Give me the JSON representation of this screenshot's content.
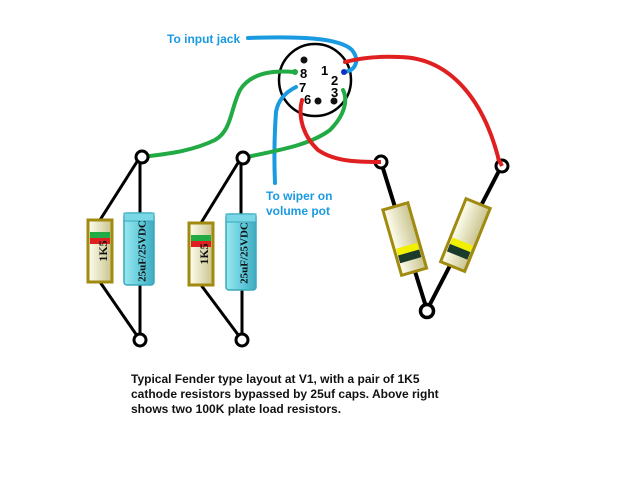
{
  "labels": {
    "input_jack": "To input jack",
    "wiper_line1": "To wiper on",
    "wiper_line2": "volume pot"
  },
  "socket": {
    "pins": [
      "1",
      "2",
      "3",
      "6",
      "7",
      "8"
    ]
  },
  "cathode_stages": [
    {
      "resistor_label": "1K5",
      "cap_label": "25uF/25VDC"
    },
    {
      "resistor_label": "1K5",
      "cap_label": "25uF/25VDC"
    }
  ],
  "caption": {
    "line1": "Typical Fender type layout at V1, with a pair of 1K5",
    "line2": "cathode resistors bypassed by 25uf caps. Above right",
    "line3": "shows two 100K plate load resistors."
  },
  "colors": {
    "wire_blue": "#1a9ae0",
    "wire_green": "#22aa44",
    "wire_red": "#e02020",
    "resistor_body": "#e8e4b8",
    "resistor_edge": "#a08a10",
    "cap_body": "#6fd3e0"
  }
}
